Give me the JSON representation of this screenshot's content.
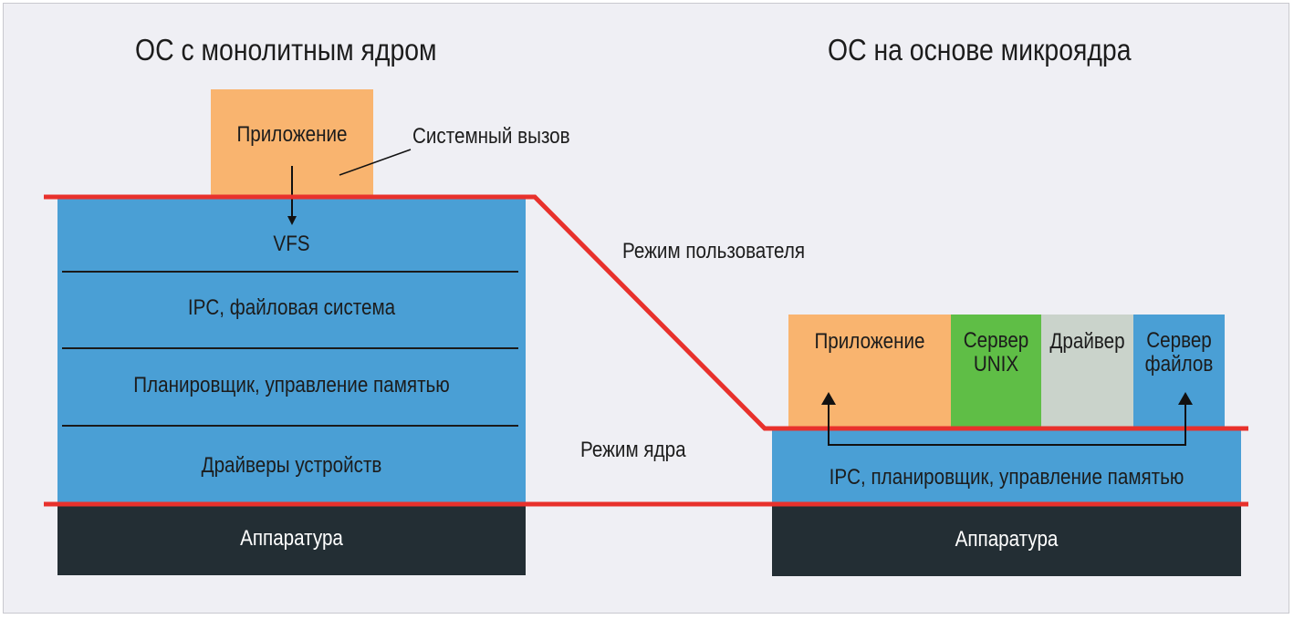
{
  "colors": {
    "background": "#efeff4",
    "blue": "#4a9fd5",
    "orange": "#f9b46f",
    "green": "#5fbe46",
    "gray": "#cad3cb",
    "hardware": "#232e34",
    "mode_line": "#e8312c"
  },
  "left": {
    "title": "ОС с монолитным ядром",
    "application": "Приложение",
    "syscall_label": "Системный вызов",
    "kernel_layers": [
      "VFS",
      "IPC, файловая система",
      "Планировщик, управление памятью",
      "Драйверы устройств"
    ],
    "hardware": "Аппаратура"
  },
  "right": {
    "title": "ОС на основе микроядра",
    "servers": [
      {
        "label": "Приложение",
        "color": "orange"
      },
      {
        "label": "Сервер\nUNIX",
        "color": "green"
      },
      {
        "label": "Драйвер",
        "color": "gray"
      },
      {
        "label": "Сервер\nфайлов",
        "color": "blue"
      }
    ],
    "kernel": "IPC, планировщик, управление памятью",
    "hardware": "Аппаратура"
  },
  "modes": {
    "user": "Режим пользователя",
    "kernel": "Режим ядра"
  }
}
